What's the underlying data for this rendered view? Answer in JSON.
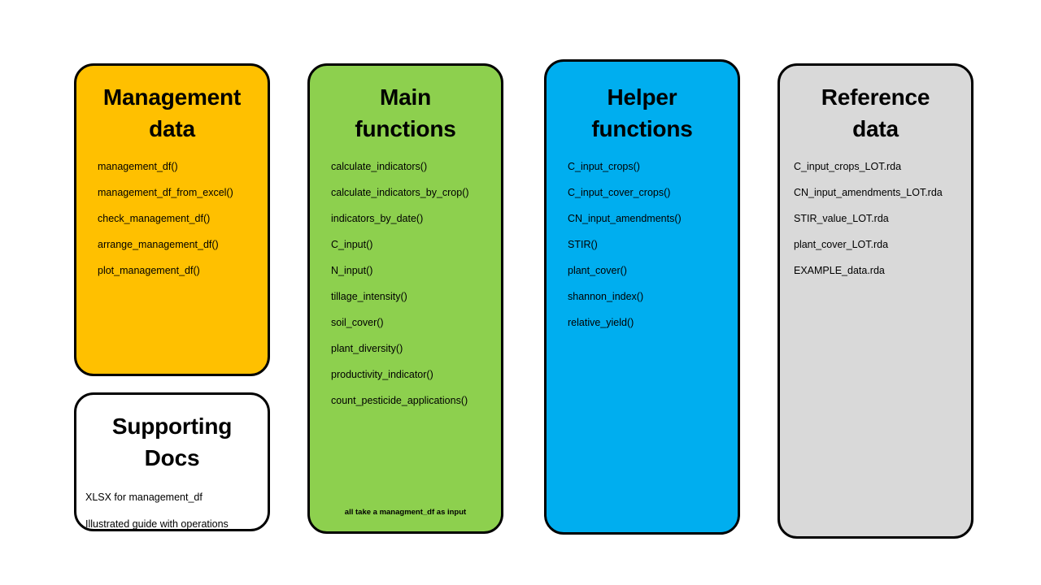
{
  "diagram": {
    "background": "#FFFFFF",
    "cards": [
      {
        "id": "management",
        "title": "Management\ndata",
        "color": "#FFC000",
        "items": [
          "management_df()",
          "management_df_from_excel()",
          "check_management_df()",
          "arrange_management_df()",
          "plot_management_df()"
        ],
        "footnote": ""
      },
      {
        "id": "docs",
        "title": "Supporting\nDocs",
        "color": "#FFFFFF",
        "items": [
          "XLSX for management_df",
          "Illustrated guide with operations"
        ],
        "footnote": ""
      },
      {
        "id": "main",
        "title": "Main\nfunctions",
        "color": "#8DD04E",
        "items": [
          "calculate_indicators()",
          "calculate_indicators_by_crop()",
          "indicators_by_date()",
          "C_input()",
          "N_input()",
          "tillage_intensity()",
          "soil_cover()",
          "plant_diversity()",
          "productivity_indicator()",
          "count_pesticide_applications()"
        ],
        "footnote": "all take a managment_df as input"
      },
      {
        "id": "helper",
        "title": "Helper\nfunctions",
        "color": "#00AEEF",
        "items": [
          "C_input_crops()",
          "C_input_cover_crops()",
          "CN_input_amendments()",
          "STIR()",
          "plant_cover()",
          "shannon_index()",
          "relative_yield()"
        ],
        "footnote": ""
      },
      {
        "id": "reference",
        "title": "Reference\ndata",
        "color": "#D9D9D9",
        "items": [
          "C_input_crops_LOT.rda",
          "CN_input_amendments_LOT.rda",
          "STIR_value_LOT.rda",
          "plant_cover_LOT.rda",
          "EXAMPLE_data.rda"
        ],
        "footnote": ""
      }
    ]
  }
}
